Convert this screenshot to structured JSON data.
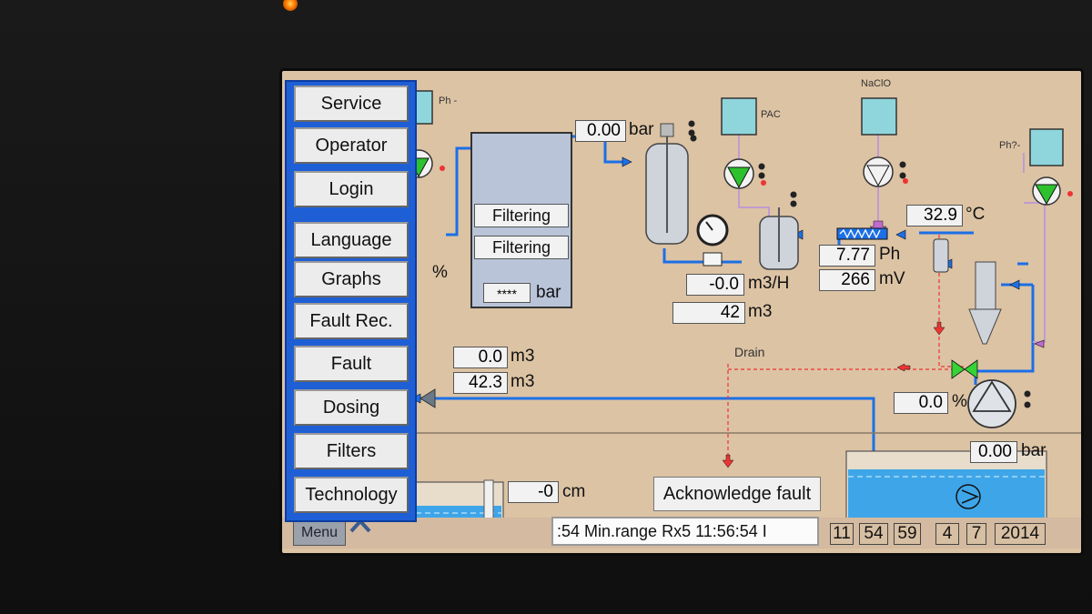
{
  "menu": {
    "items": [
      "Service",
      "Operator",
      "Login",
      "Language",
      "Graphs",
      "Fault Rec.",
      "Fault",
      "Dosing",
      "Filters",
      "Technology"
    ],
    "tab_label": "Menu"
  },
  "labels": {
    "ph_minus": "Ph -",
    "pac": "PAC",
    "naclo": "NaClO",
    "ph_plus": "Ph?-",
    "drain": "Drain"
  },
  "filter_tank": {
    "status1": "Filtering",
    "status2": "Filtering",
    "pressure_value": "****",
    "pressure_unit": "bar"
  },
  "readings": {
    "pressure_top": {
      "value": "0.00",
      "unit": "bar"
    },
    "flow": {
      "value": "-0.0",
      "unit": "m3/H"
    },
    "volume": {
      "value": "42",
      "unit": "m3"
    },
    "temperature": {
      "value": "32.9",
      "unit": "°C"
    },
    "ph": {
      "value": "7.77",
      "unit": "Ph"
    },
    "redox": {
      "value": "266",
      "unit": "mV"
    },
    "left_percent_unit": "%",
    "volume_a": {
      "value": "0.0",
      "unit": "m3"
    },
    "volume_b": {
      "value": "42.3",
      "unit": "m3"
    },
    "pump_percent": {
      "value": "0.0",
      "unit": "%"
    },
    "pressure_pool": {
      "value": "0.00",
      "unit": "bar"
    },
    "level": {
      "value": "-0",
      "unit": "cm"
    }
  },
  "actions": {
    "acknowledge": "Acknowledge fault"
  },
  "status": {
    "alarm_text": ":54  Min.range Rx5  11:56:54  I",
    "hour": "11",
    "minute": "54",
    "second": "59",
    "day": "4",
    "month": "7",
    "year": "2014"
  },
  "colors": {
    "screen_bg": "#dcc3a4",
    "menu_blue": "#1e5fd6",
    "pipe_blue": "#1c6fe6",
    "water": "#3ea6e8"
  }
}
